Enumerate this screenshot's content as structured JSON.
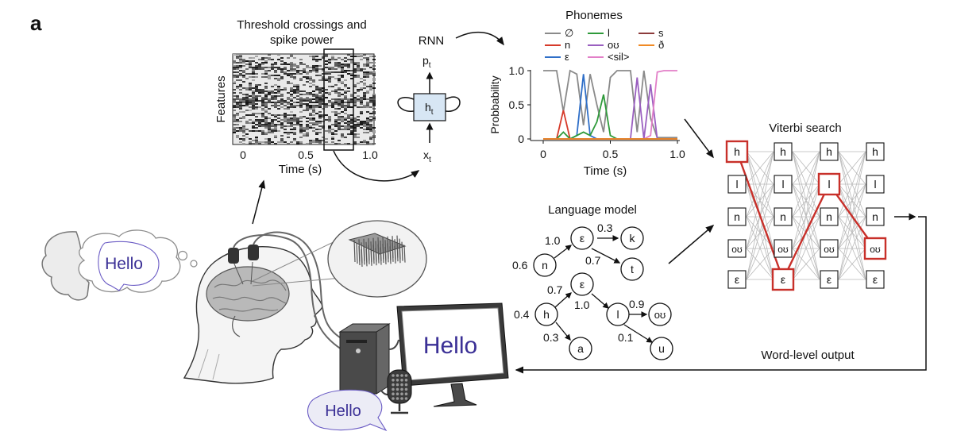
{
  "panel_label": "a",
  "features_panel": {
    "title_line1": "Threshold crossings and",
    "title_line2": "spike power",
    "ylabel": "Features",
    "xlabel": "Time (s)",
    "xticks": [
      "0",
      "0.5",
      "1.0"
    ]
  },
  "rnn": {
    "label": "RNN",
    "output": "p",
    "hidden": "h",
    "input": "x",
    "subscript": "t"
  },
  "phonemes": {
    "title": "Phonemes",
    "legend": [
      {
        "label": "∅",
        "color": "#8a8a8a"
      },
      {
        "label": "l",
        "color": "#2e9a3a"
      },
      {
        "label": "s",
        "color": "#8c3b3b"
      },
      {
        "label": "n",
        "color": "#d63a2a"
      },
      {
        "label": "oʊ",
        "color": "#9a5fc0"
      },
      {
        "label": "ð",
        "color": "#f08a24"
      },
      {
        "label": "ε",
        "color": "#2f6fc8"
      },
      {
        "label": "<sil>",
        "color": "#e27fc8"
      }
    ],
    "ylabel": "Probbability",
    "xlabel": "Time (s)"
  },
  "chart_data": {
    "type": "line",
    "title": "Phonemes",
    "xlabel": "Time (s)",
    "ylabel": "Probbability",
    "xlim": [
      0,
      1.0
    ],
    "ylim": [
      0,
      1.0
    ],
    "xticks": [
      "0",
      "0.5",
      "1.0"
    ],
    "yticks": [
      "0",
      "0.5",
      "1.0"
    ],
    "x": [
      0,
      0.05,
      0.1,
      0.15,
      0.2,
      0.25,
      0.3,
      0.35,
      0.4,
      0.45,
      0.5,
      0.55,
      0.6,
      0.65,
      0.7,
      0.75,
      0.8,
      0.85,
      0.9,
      0.95,
      1.0
    ],
    "series": [
      {
        "name": "∅",
        "color": "#8a8a8a",
        "values": [
          1.0,
          1.0,
          1.0,
          0.4,
          1.0,
          0.95,
          0.2,
          0.95,
          0.5,
          0.1,
          0.9,
          1.0,
          1.0,
          1.0,
          0.1,
          1.0,
          0.3,
          0.02,
          0.02,
          0.02,
          0.02
        ]
      },
      {
        "name": "n",
        "color": "#d63a2a",
        "values": [
          0,
          0,
          0,
          0.42,
          0,
          0,
          0,
          0,
          0,
          0,
          0,
          0,
          0,
          0,
          0,
          0,
          0,
          0,
          0,
          0,
          0
        ]
      },
      {
        "name": "ε",
        "color": "#2f6fc8",
        "values": [
          0,
          0,
          0,
          0,
          0,
          0.05,
          0.95,
          0.05,
          0,
          0,
          0,
          0,
          0,
          0,
          0,
          0,
          0,
          0,
          0,
          0,
          0
        ]
      },
      {
        "name": "l",
        "color": "#2e9a3a",
        "values": [
          0,
          0,
          0,
          0.1,
          0,
          0.05,
          0.1,
          0.05,
          0.25,
          0.65,
          0.05,
          0,
          0,
          0,
          0,
          0,
          0,
          0,
          0,
          0,
          0
        ]
      },
      {
        "name": "oʊ",
        "color": "#9a5fc0",
        "values": [
          0,
          0,
          0,
          0,
          0,
          0,
          0,
          0,
          0,
          0,
          0,
          0,
          0,
          0,
          0.9,
          0,
          0.8,
          0,
          0,
          0,
          0
        ]
      },
      {
        "name": "<sil>",
        "color": "#e27fc8",
        "values": [
          0,
          0,
          0,
          0,
          0,
          0,
          0,
          0,
          0,
          0,
          0,
          0,
          0,
          0,
          0,
          0,
          0.05,
          0.98,
          1.0,
          1.0,
          1.0
        ]
      },
      {
        "name": "s",
        "color": "#8c3b3b",
        "values": [
          0,
          0,
          0,
          0,
          0,
          0,
          0,
          0,
          0,
          0,
          0,
          0,
          0,
          0,
          0,
          0,
          0,
          0,
          0,
          0,
          0
        ]
      },
      {
        "name": "ð",
        "color": "#f08a24",
        "values": [
          0,
          0,
          0,
          0,
          0,
          0,
          0,
          0,
          0,
          0,
          0,
          0,
          0,
          0,
          0,
          0,
          0,
          0,
          0,
          0,
          0
        ]
      }
    ]
  },
  "language_model": {
    "title": "Language model",
    "nodes": {
      "n": "n",
      "e1": "ε",
      "k": "k",
      "t": "t",
      "h": "h",
      "e2": "ε",
      "l": "l",
      "ou": "oʊ",
      "a": "a",
      "u": "u"
    },
    "weights": {
      "n_in": "0.6",
      "n_e": "1.0",
      "e_k": "0.3",
      "e_t": "0.7",
      "h_in": "0.4",
      "h_e": "0.7",
      "e_l": "1.0",
      "h_a": "0.3",
      "l_ou": "0.9",
      "l_u": "0.1"
    }
  },
  "viterbi": {
    "title": "Viterbi search",
    "rows": [
      "h",
      "l",
      "n",
      "oʊ",
      "ε"
    ],
    "path_rows": [
      0,
      4,
      1,
      3
    ],
    "highlight_color": "#c8302a"
  },
  "word_output": {
    "label": "Word-level output"
  },
  "speech": {
    "thought": "Hello",
    "screen": "Hello",
    "speaker": "Hello"
  }
}
